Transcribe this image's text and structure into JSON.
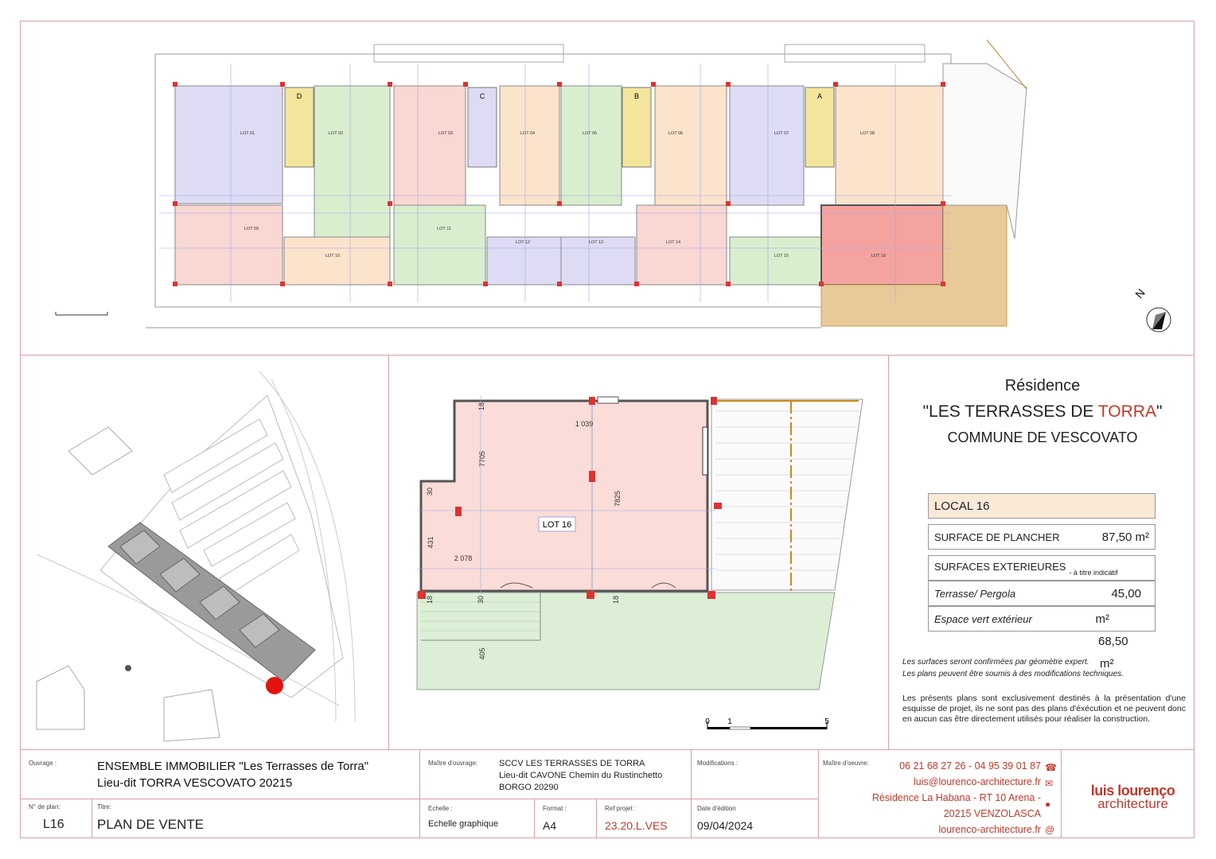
{
  "residence": {
    "line1": "Résidence",
    "line2_before": "\"LES TERRASSES DE ",
    "line2_accent": "TORRA",
    "line2_after": "\"",
    "line3": "COMMUNE DE VESCOVATO"
  },
  "surfaces": {
    "local": "LOCAL 16",
    "plancher_label": "SURFACE DE PLANCHER",
    "plancher_value": "87,50 m²",
    "ext_label": "SURFACES EXTERIEURES",
    "ext_note": "- à titre indicatif",
    "terrasse_label": "Terrasse/ Pergola",
    "terrasse_value": "45,00",
    "terrasse_unit": "m²",
    "espace_label": "Espace vert extérieur",
    "espace_value": "68,50",
    "espace_unit": "m²"
  },
  "notes": {
    "line1": "Les surfaces seront confirmées par géomètre expert.",
    "line2": "Les plans peuvent être soumis à des modifications techniques.",
    "disclaimer": "Les présents plans sont exclusivement destinés à la présentation d'une esquisse de projet, ils ne sont pas des plans d'éxécution et ne peuvent donc en aucun cas être directement utilisés pour réaliser la construction."
  },
  "scale_bar": {
    "zero": "0",
    "one": "1",
    "five": "5"
  },
  "top_plan": {
    "stairs": [
      "D",
      "C",
      "B",
      "A"
    ],
    "lots": [
      "LOT 01",
      "LOT 02",
      "LOT 03",
      "LOT 04",
      "LOT 05",
      "LOT 06",
      "LOT 07",
      "LOT 08",
      "LOT 09",
      "LOT 10",
      "LOT 11",
      "LOT 12",
      "LOT 13",
      "LOT 14",
      "LOT 15",
      "LOT 16"
    ],
    "north": "N"
  },
  "detail_plan": {
    "lot": "LOT 16",
    "dims": {
      "width": "1 039",
      "h1": "7705",
      "h2": "7825",
      "d431": "431",
      "d2078": "2 078",
      "d405": "405",
      "d18": "18",
      "d30": "30"
    }
  },
  "title_block": {
    "ouvrage_label": "Ouvrage :",
    "ouvrage_line1": "ENSEMBLE IMMOBILIER \"Les Terrasses de Torra\"",
    "ouvrage_line2": "Lieu-dit TORRA VESCOVATO 20215",
    "maitre_ouvrage_label": "Maître d'ouvrage:",
    "maitre_ouvrage_line1": "SCCV LES TERRASSES DE TORRA",
    "maitre_ouvrage_line2": "Lieu-dit CAVONE Chemin du Rustinchetto",
    "maitre_ouvrage_line3": "BORGO 20290",
    "modifications_label": "Modifications :",
    "maitre_oeuvre_label": "Maître d'oeuvre:",
    "phone": "06 21 68 27 26 - 04 95 39 01 87",
    "email": "luis@lourenco-architecture.fr",
    "address1": "Résidence La Habana - RT 10 Arena -",
    "address2": "20215 VENZOLASCA",
    "website": "lourenco-architecture.fr",
    "plan_no_label": "N° de plan:",
    "plan_no": "L16",
    "titre_label": "Titre:",
    "titre": "PLAN DE VENTE",
    "echelle_label": "Echelle :",
    "echelle": "Echelle graphique",
    "format_label": "Format :",
    "format": "A4",
    "ref_label": "Ref projet :",
    "ref": "23.20.L.VES",
    "date_label": "Date d'édition",
    "date": "09/04/2024",
    "logo_line1": "luis lourenço",
    "logo_line2": "architecture"
  },
  "colors": {
    "frame": "#d9a0a0",
    "accent": "#c0392b",
    "lot_pink": "#f9d7d3",
    "lot_green": "#d9eecf",
    "lot_blue": "#dedcf4",
    "lot_peach": "#fbe3cc",
    "lot16_highlight": "#f4a3a0",
    "terrace": "#e8c99a",
    "stair": "#f3e69c"
  }
}
